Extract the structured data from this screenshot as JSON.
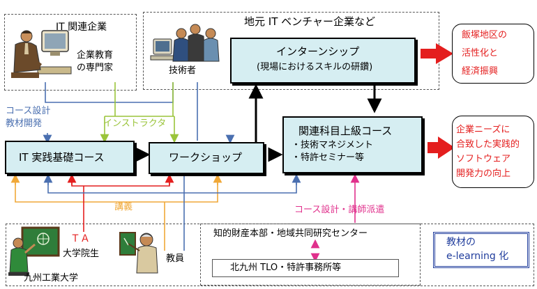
{
  "it_companies": {
    "title": "IT 関連企業",
    "experts": [
      "企業教育",
      "の専門家"
    ]
  },
  "ventures": {
    "title": "地元 IT ベンチャー企業など",
    "engineers": "技術者"
  },
  "internship": {
    "title": "インターンシップ",
    "subtitle": "(現場におけるスキルの研鑽)"
  },
  "advanced_course": {
    "title": "関連科目上級コース",
    "items": [
      "・技術マネジメント",
      "・特許セミナー等"
    ]
  },
  "basic_course": {
    "title": "IT 実践基礎コース"
  },
  "workshop": {
    "title": "ワークショップ"
  },
  "labels": {
    "course_design": [
      "コース設計",
      "教材開発"
    ],
    "instructor": "インストラクタ",
    "lecture": "講義",
    "course_dispatch": "コース設計・講師派遣"
  },
  "outcomes": {
    "region": [
      "飯塚地区の",
      "活性化と",
      "経済振興"
    ],
    "skills": [
      "企業ニーズに",
      "合致した実践的",
      "ソフトウェア",
      "開発力の向上"
    ]
  },
  "university": {
    "ta": "ＴＡ",
    "grad_students": "大学院生",
    "faculty": "教員",
    "name": "九州工業大学",
    "ip_center": "知的財産本部・地域共同研究センター",
    "tlo": "北九州 TLO・特許事務所等",
    "elearning": [
      "教材の",
      "e-learning 化"
    ]
  },
  "colors": {
    "course_fill": "#d6eef2",
    "blue_line": "#4a6fb0",
    "green_line": "#9ac43a",
    "orange_line": "#f0a838",
    "red_line": "#e41e1e",
    "magenta_line": "#e0308c",
    "outcome_text": "#e41e1e",
    "elearning_text": "#1f3c9c"
  },
  "icons": [
    "businessman-computer-icon",
    "team-computer-icon",
    "teacher-chalkboard-icon",
    "professor-pointer-icon"
  ]
}
